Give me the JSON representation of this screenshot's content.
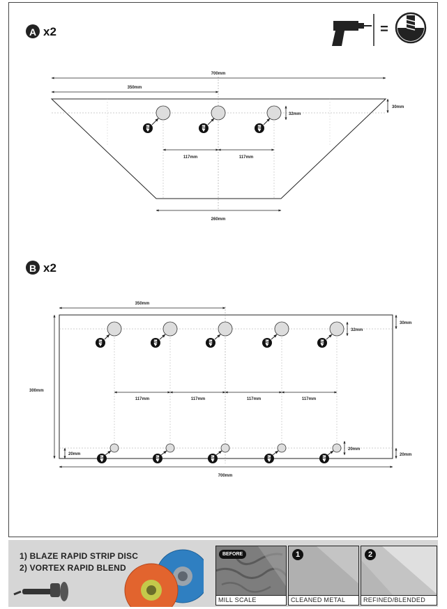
{
  "sections": [
    {
      "letter": "A",
      "qty": "x2"
    },
    {
      "letter": "B",
      "qty": "x2"
    }
  ],
  "legend": {
    "equals_symbol": "=",
    "drill_icon": "drill-icon",
    "countersink_icon": "countersink-bit-icon"
  },
  "diagram_a": {
    "dims": {
      "width": "700mm",
      "half": "350mm",
      "bottom": "260mm",
      "spacing_left": "117mm",
      "spacing_right": "117mm",
      "hole_offset": "32mm",
      "edge": "30mm"
    }
  },
  "diagram_b": {
    "dims": {
      "half": "350mm",
      "height": "300mm",
      "width": "700mm",
      "spacings": [
        "117mm",
        "117mm",
        "117mm",
        "117mm"
      ],
      "top_hole_offset": "32mm",
      "top_edge": "30mm",
      "bottom_hole_offset_right": "20mm",
      "bottom_edge_right": "20mm",
      "bottom_offset_left": "20mm"
    }
  },
  "footer": {
    "items": [
      "1)  BLAZE RAPID STRIP DISC",
      "2)  VORTEX RAPID BLEND"
    ],
    "panels": [
      {
        "badge": "BEFORE",
        "caption": "MILL SCALE",
        "color": "#8a8a8a"
      },
      {
        "badge": "1",
        "caption": "CLEANED METAL",
        "color": "#b5b5b5"
      },
      {
        "badge": "2",
        "caption": "REFINED/BLENDED",
        "color": "#c9c9c9"
      }
    ],
    "disc_colors": {
      "strip": "#e2642e",
      "blend": "#2f7fc1"
    }
  }
}
